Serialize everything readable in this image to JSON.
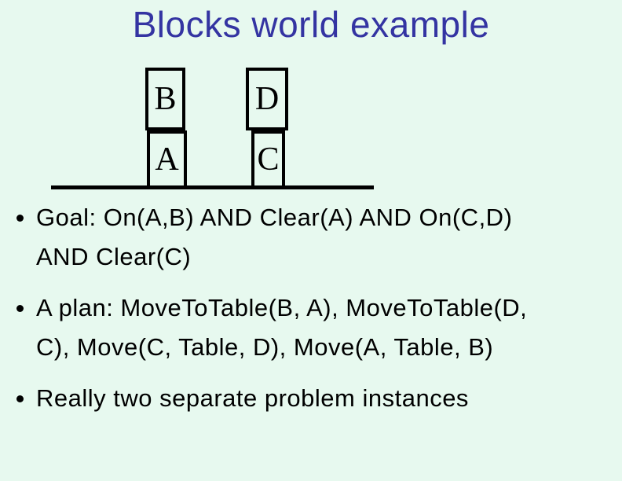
{
  "slide": {
    "title": "Blocks world example",
    "colors": {
      "background": "#e7f9ef",
      "title_text": "#3434a2",
      "body_text": "#000000",
      "block_border": "#000000",
      "table_line": "#000000"
    },
    "diagram": {
      "blocks": [
        {
          "label": "B"
        },
        {
          "label": "A"
        },
        {
          "label": "D"
        },
        {
          "label": "C"
        }
      ]
    },
    "bullets": [
      {
        "lines": [
          "Goal: On(A,B) AND Clear(A) AND On(C,D)",
          "AND Clear(C)"
        ]
      },
      {
        "lines": [
          "A plan: MoveToTable(B, A), MoveToTable(D,",
          "C), Move(C, Table, D), Move(A, Table, B)"
        ]
      },
      {
        "lines": [
          "Really two separate problem instances"
        ]
      }
    ]
  }
}
